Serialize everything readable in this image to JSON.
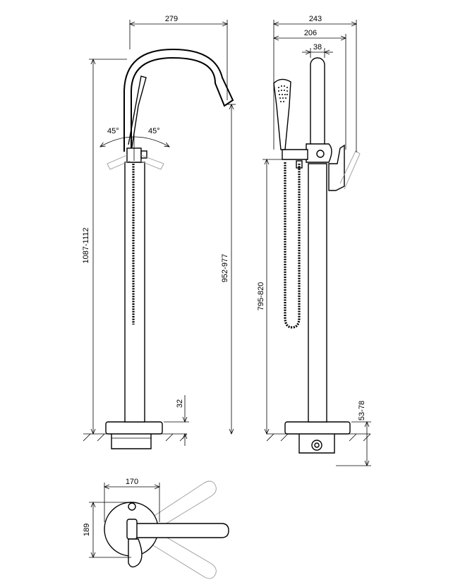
{
  "dimensions": {
    "front_width": "279",
    "side_width_total": "243",
    "side_width_spout": "206",
    "side_handshower": "38",
    "front_height_total": "1087-1112",
    "front_height_spout": "952-977",
    "side_height_holder": "795-820",
    "base_height": "32",
    "floor_adjust": "53-78",
    "top_width": "170",
    "top_depth": "189",
    "angle_left": "45°",
    "angle_right": "45°"
  }
}
